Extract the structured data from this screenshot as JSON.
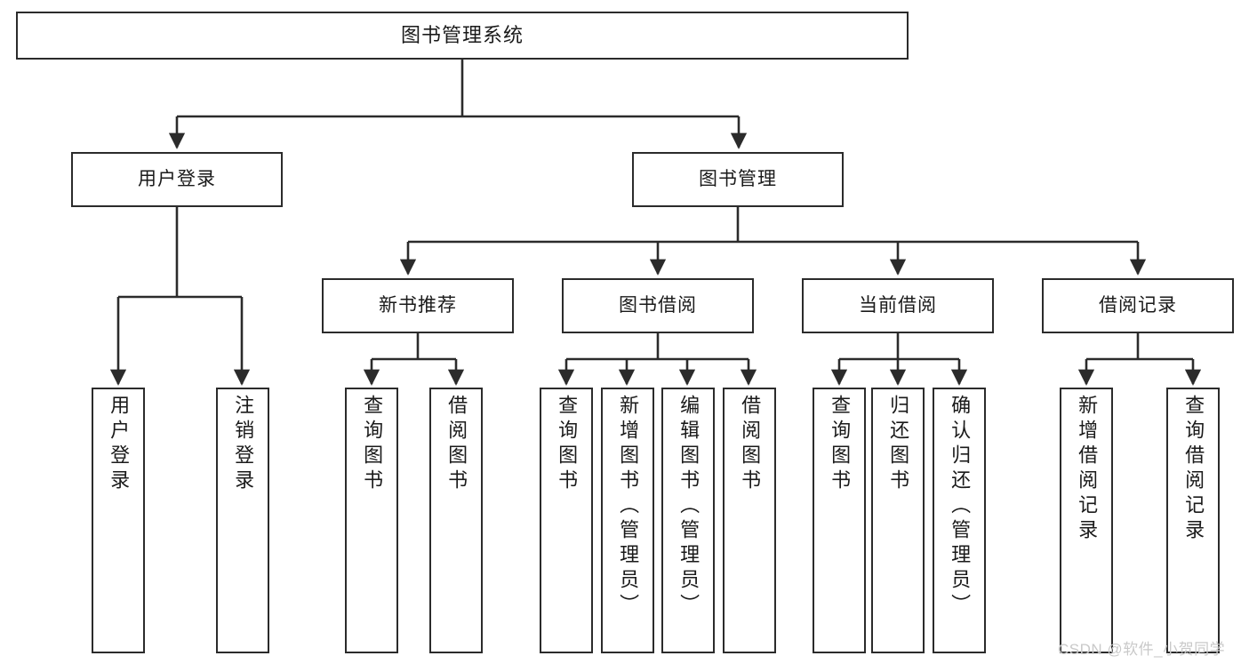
{
  "diagram": {
    "title": "图书管理系统",
    "type": "tree-hierarchy-chart",
    "watermark": "CSDN @软件_小贺同学",
    "colors": {
      "border": "#2b2b2b",
      "background": "#ffffff",
      "text": "#1a1a1a",
      "watermark": "#c9c9c9"
    },
    "nodes": {
      "root": {
        "label": "图书管理系统"
      },
      "level2": [
        {
          "id": "user-login",
          "label": "用户登录"
        },
        {
          "id": "book-manage",
          "label": "图书管理"
        }
      ],
      "level3": [
        {
          "id": "new-book-rec",
          "label": "新书推荐"
        },
        {
          "id": "book-borrow",
          "label": "图书借阅"
        },
        {
          "id": "current-borrow",
          "label": "当前借阅"
        },
        {
          "id": "borrow-record",
          "label": "借阅记录"
        }
      ],
      "leaves": [
        {
          "id": "leaf-user-login",
          "label": "用户登录",
          "parent": "user-login"
        },
        {
          "id": "leaf-user-logout",
          "label": "注销登录",
          "parent": "user-login"
        },
        {
          "id": "leaf-query-book-1",
          "label": "查询图书",
          "parent": "new-book-rec"
        },
        {
          "id": "leaf-borrow-book-1",
          "label": "借阅图书",
          "parent": "new-book-rec"
        },
        {
          "id": "leaf-query-book-2",
          "label": "查询图书",
          "parent": "book-borrow"
        },
        {
          "id": "leaf-add-book",
          "label": "新增图书（管理员）",
          "parent": "book-borrow"
        },
        {
          "id": "leaf-edit-book",
          "label": "编辑图书（管理员）",
          "parent": "book-borrow"
        },
        {
          "id": "leaf-borrow-book-2",
          "label": "借阅图书",
          "parent": "book-borrow"
        },
        {
          "id": "leaf-query-book-3",
          "label": "查询图书",
          "parent": "current-borrow"
        },
        {
          "id": "leaf-return-book",
          "label": "归还图书",
          "parent": "current-borrow"
        },
        {
          "id": "leaf-confirm-return",
          "label": "确认归还（管理员）",
          "parent": "current-borrow"
        },
        {
          "id": "leaf-add-record",
          "label": "新增借阅记录",
          "parent": "borrow-record"
        },
        {
          "id": "leaf-query-record",
          "label": "查询借阅记录",
          "parent": "borrow-record"
        }
      ]
    }
  }
}
